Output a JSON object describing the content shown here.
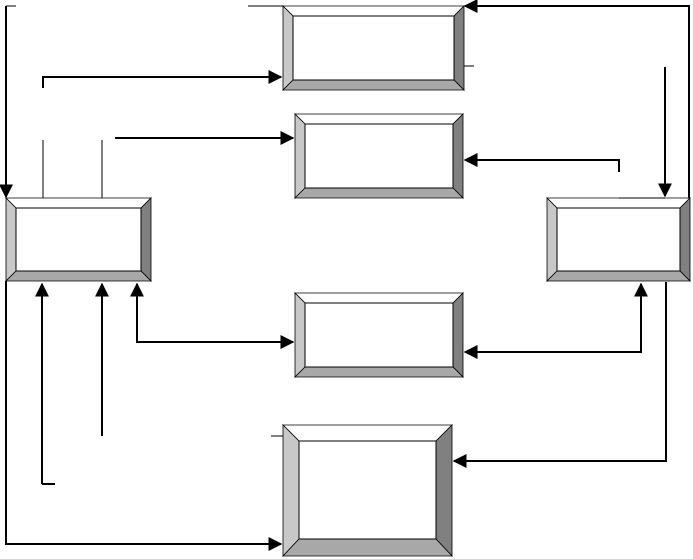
{
  "diagram": {
    "boxes": [
      {
        "id": "top-center",
        "label": ""
      },
      {
        "id": "upper-center",
        "label": ""
      },
      {
        "id": "left",
        "label": ""
      },
      {
        "id": "right",
        "label": ""
      },
      {
        "id": "lower-center",
        "label": ""
      },
      {
        "id": "bottom-center",
        "label": ""
      }
    ]
  }
}
